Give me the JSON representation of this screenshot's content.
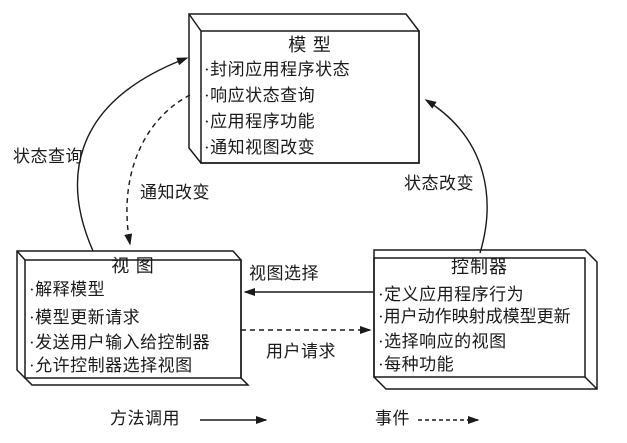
{
  "boxes": {
    "model": {
      "title": "模 型",
      "items": [
        "·封闭应用程序状态",
        "·响应状态查询",
        "·应用程序功能",
        "·通知视图改变"
      ]
    },
    "view": {
      "title": "视 图",
      "items": [
        "·解释模型",
        "·模型更新请求",
        "·发送用户输入给控制器",
        "·允许控制器选择视图"
      ]
    },
    "controller": {
      "title": "控制器",
      "items": [
        "·定义应用程序行为",
        "·用户动作映射成模型更新",
        "·选择响应的视图",
        "·每种功能"
      ]
    }
  },
  "arrows": {
    "state_query": "状态查询",
    "notify_change": "通知改变",
    "state_change": "状态改变",
    "view_selection": "视图选择",
    "user_request": "用户请求"
  },
  "legend": {
    "method_call": "方法调用",
    "event": "事件"
  },
  "colors": {
    "line": "#1a1a1a",
    "background": "#ffffff",
    "text": "#1a1a1a"
  }
}
